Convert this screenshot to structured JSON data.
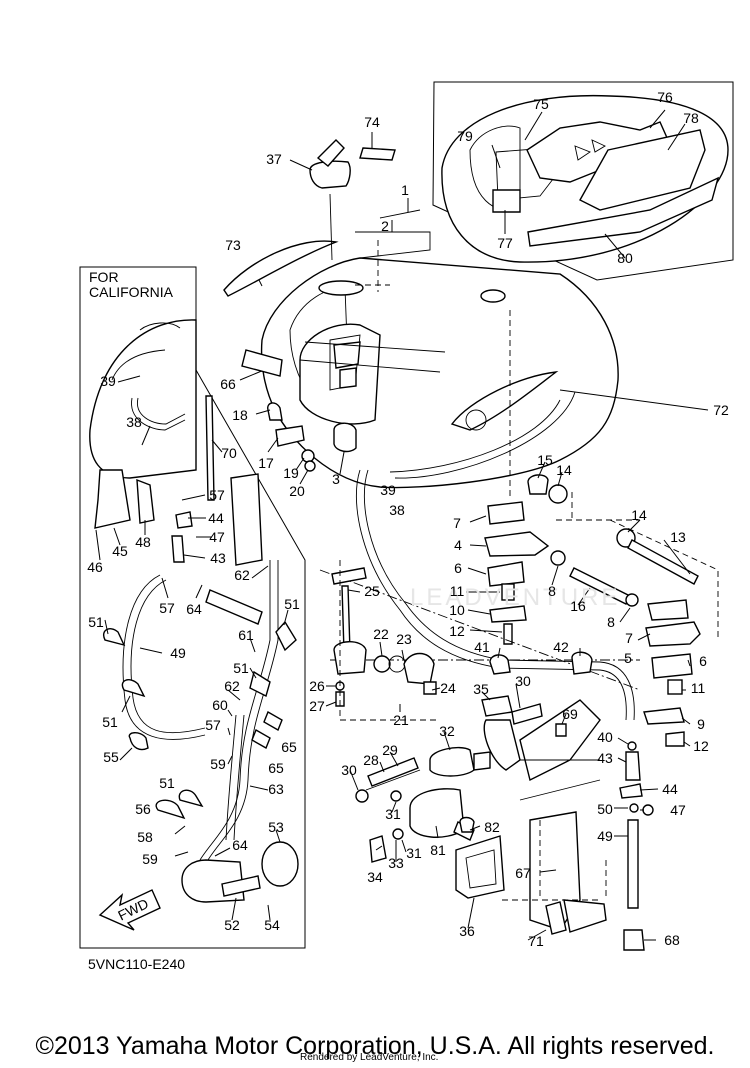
{
  "california_box": {
    "line1": "FOR",
    "line2": "CALIFORNIA"
  },
  "diagram_code": "5VNC110-E240",
  "fwd_label": "FWD",
  "watermark": "LEADVENTURE",
  "footer": {
    "copyright": "©2013 Yamaha Motor Corporation, U.S.A. All rights reserved.",
    "rendered_by": "Rendered by LeadVenture, Inc."
  },
  "callouts": [
    "1",
    "2",
    "3",
    "4",
    "5",
    "6",
    "7",
    "8",
    "9",
    "10",
    "11",
    "12",
    "13",
    "14",
    "15",
    "16",
    "17",
    "18",
    "19",
    "20",
    "21",
    "22",
    "23",
    "24",
    "25",
    "26",
    "27",
    "28",
    "29",
    "30",
    "31",
    "32",
    "33",
    "34",
    "35",
    "36",
    "37",
    "38",
    "39",
    "40",
    "41",
    "42",
    "43",
    "44",
    "45",
    "46",
    "47",
    "48",
    "49",
    "50",
    "51",
    "52",
    "53",
    "54",
    "55",
    "56",
    "57",
    "58",
    "59",
    "60",
    "61",
    "62",
    "63",
    "64",
    "65",
    "66",
    "67",
    "68",
    "69",
    "70",
    "71",
    "72",
    "73",
    "74",
    "75",
    "76",
    "77",
    "78",
    "79",
    "80",
    "81",
    "82"
  ]
}
